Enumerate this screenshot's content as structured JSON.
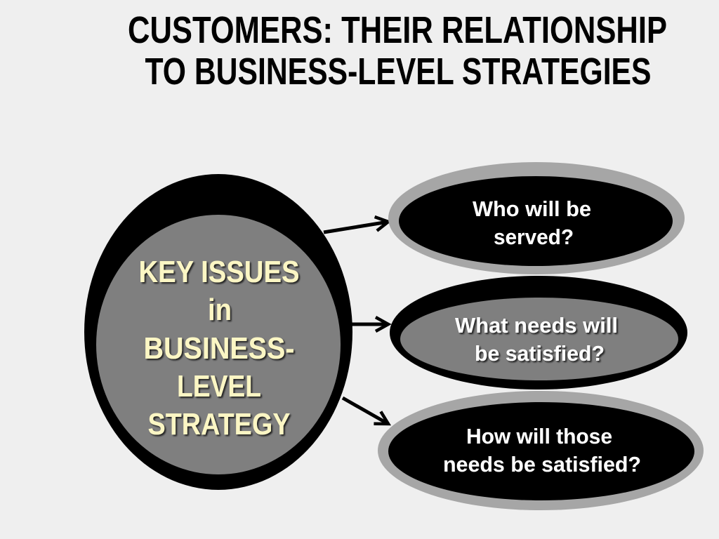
{
  "slide": {
    "title_lines": [
      "CUSTOMERS: THEIR RELATIONSHIP",
      "TO BUSINESS-LEVEL STRATEGIES"
    ]
  },
  "diagram": {
    "center_node": {
      "lines": [
        "KEY ISSUES",
        "in",
        "BUSINESS-",
        "LEVEL",
        "STRATEGY"
      ]
    },
    "issues": [
      {
        "lines": [
          "Who will be",
          "served?"
        ]
      },
      {
        "lines": [
          "What needs will",
          "be satisfied?"
        ]
      },
      {
        "lines": [
          "How will those",
          "needs be satisfied?"
        ]
      }
    ]
  },
  "colors": {
    "background": "#efefef",
    "black": "#000000",
    "ring_gray": "#a6a6a6",
    "fill_gray": "#7f7f7f",
    "title_text": "#000000",
    "center_text": "#fbf6c4",
    "issue_text": "#ffffff"
  }
}
